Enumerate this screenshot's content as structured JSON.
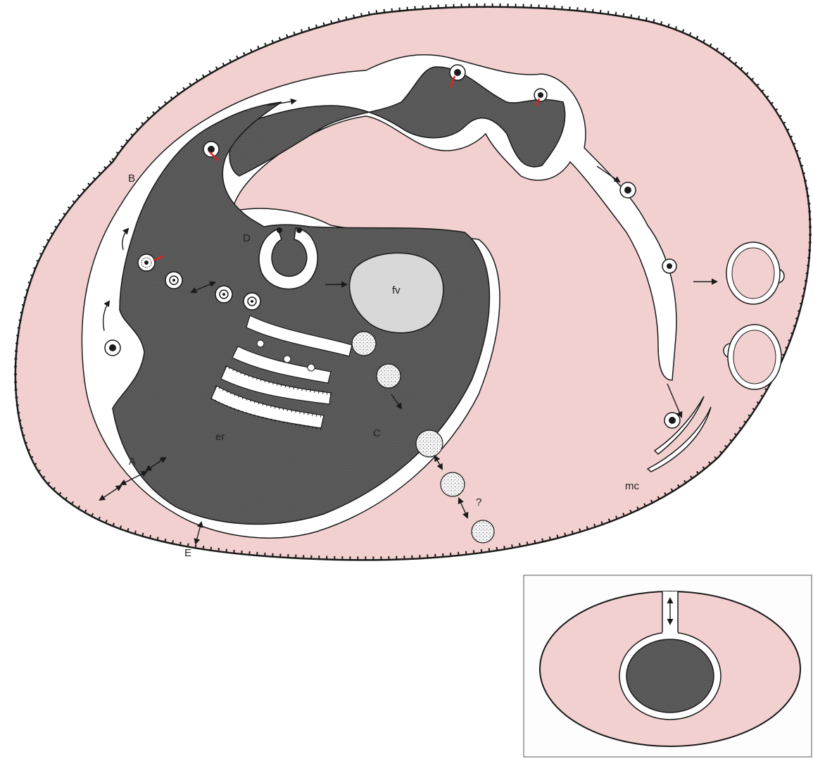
{
  "labels": {
    "A": "A",
    "B": "B",
    "C": "C",
    "D": "D",
    "E": "E",
    "fv": "fv",
    "er": "er",
    "mc": "mc",
    "question": "?"
  },
  "colors": {
    "host_cytoplasm": "#f2d0d0",
    "parasite": "#5f5f5f",
    "vacuole": "#d8d8d8",
    "outline": "#1a1a1a",
    "membrane_gap": "#ffffff",
    "red_marker": "#e02020",
    "paper": "#ffffff"
  },
  "icons": [
    "bidirectional-arrow-icon",
    "arrow-icon",
    "knob-vesicle-icon",
    "stippled-vesicle-icon",
    "dot-vesicle-icon"
  ]
}
